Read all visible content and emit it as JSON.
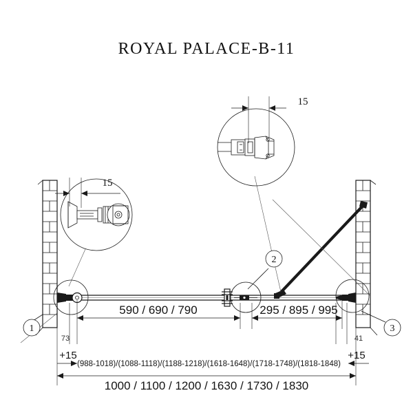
{
  "drawing": {
    "title": "ROYAL PALACE-B-11",
    "type": "shower-enclosure-elevation-drawing"
  },
  "details": {
    "upper_detail": {
      "name": "wall-profile-detail",
      "dimension_label": "15"
    },
    "left_detail": {
      "name": "wall-bracket-detail",
      "dimension_label": "15"
    }
  },
  "balloons": [
    {
      "id": "1",
      "label": "1"
    },
    {
      "id": "2",
      "label": "2"
    },
    {
      "id": "3",
      "label": "3"
    }
  ],
  "dimensions": {
    "fixed_panel_widths": "590 / 690 / 790",
    "door_panel_widths": "295 / 895 / 995",
    "left_offset": "73",
    "right_offset": "41",
    "tolerance_left": "+15",
    "tolerance_right": "+15",
    "adjustment_ranges": "(988-1018)/(1088-1118)/(1188-1218)/(1618-1648)/(1718-1748)/(1818-1848)",
    "overall_widths": "1000 / 1100 / 1200 / 1630 / 1730 / 1830"
  },
  "colors": {
    "line": "#1a1a1a",
    "thin_line": "#555555",
    "background": "#ffffff",
    "text": "#141414"
  }
}
